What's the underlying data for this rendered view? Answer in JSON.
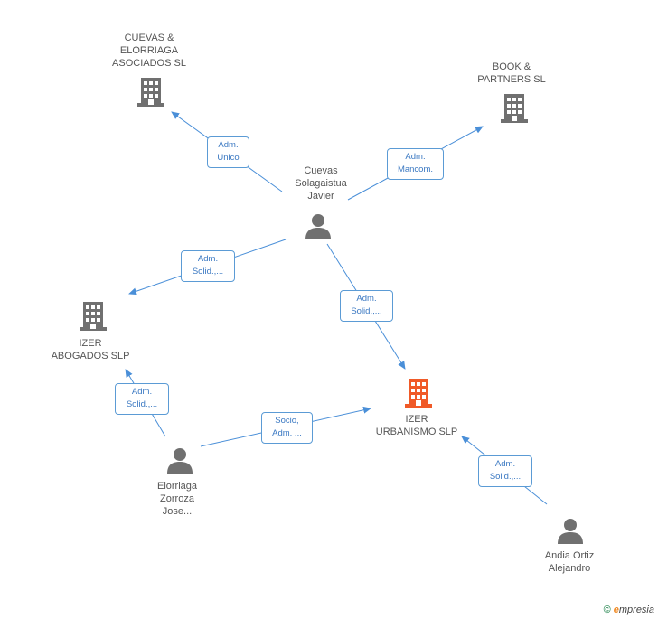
{
  "nodes": {
    "cuevas_elorriaga": {
      "label": "CUEVAS &\nELORRIAGA\nASOCIADOS SL",
      "type": "company"
    },
    "book_partners": {
      "label": "BOOK &\nPARTNERS SL",
      "type": "company"
    },
    "cuevas_solagaistua": {
      "label": "Cuevas\nSolagaistua\nJavier",
      "type": "person"
    },
    "izer_abogados": {
      "label": "IZER\nABOGADOS SLP",
      "type": "company"
    },
    "izer_urbanismo": {
      "label": "IZER\nURBANISMO SLP",
      "type": "company-highlight"
    },
    "elorriaga_zorroza": {
      "label": "Elorriaga\nZorroza\nJose...",
      "type": "person"
    },
    "andia_ortiz": {
      "label": "Andia Ortiz\nAlejandro",
      "type": "person"
    }
  },
  "edges": {
    "e1": {
      "label": "Adm.\nUnico"
    },
    "e2": {
      "label": "Adm.\nMancom."
    },
    "e3": {
      "label": "Adm.\nSolid.,..."
    },
    "e4": {
      "label": "Adm.\nSolid.,..."
    },
    "e5": {
      "label": "Adm.\nSolid.,..."
    },
    "e6": {
      "label": "Socio,\nAdm. ..."
    },
    "e7": {
      "label": "Adm.\nSolid.,..."
    }
  },
  "footer": {
    "copyright": "©",
    "brand_first": "e",
    "brand_rest": "mpresia"
  },
  "colors": {
    "company": "#707070",
    "highlight": "#f05a28",
    "edge": "#4a8fd8",
    "person": "#707070"
  }
}
